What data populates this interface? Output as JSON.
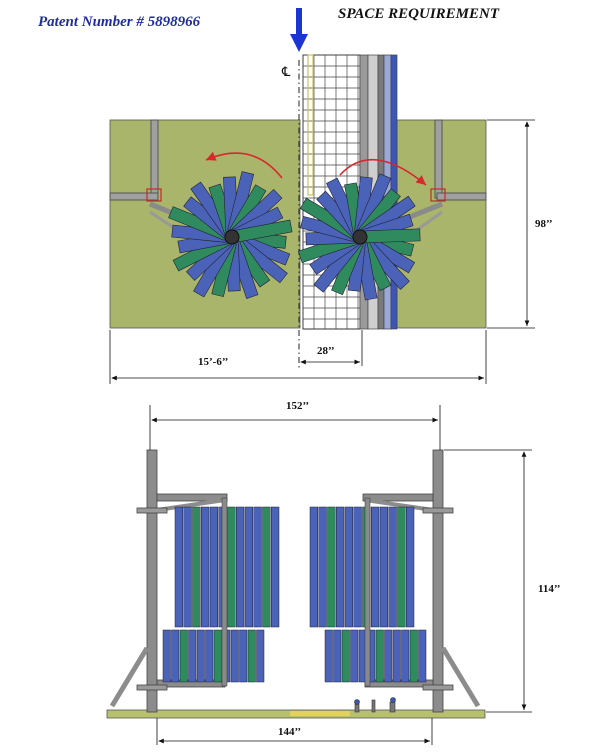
{
  "header": {
    "patent": "Patent Number # 5898966",
    "title": "SPACE REQUIREMENT",
    "centerline": "℄"
  },
  "top_view": {
    "dim_height": "98’’",
    "dim_width": "15’-6’’",
    "dim_offset": "28’’"
  },
  "front_view": {
    "dim_top": "152’’",
    "dim_height": "114’’",
    "dim_bottom": "144’’"
  },
  "colors": {
    "ground": "#a9b56a",
    "brush_blue": "#4a63b8",
    "brush_green": "#2f8a5e",
    "frame": "#8a8a8a",
    "arrow_blue": "#1a35d4",
    "arrow_red": "#d8282e"
  }
}
